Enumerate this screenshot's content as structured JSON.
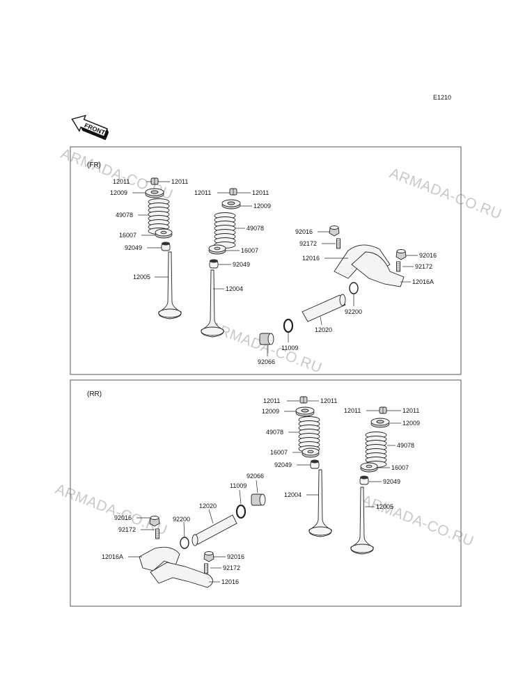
{
  "figure_code": "E1210",
  "front_label": "FRONT",
  "watermark": "ARMADA-CO.RU",
  "panels": {
    "fr": {
      "tag": "(FR)",
      "labels": {
        "l12011a": "12011",
        "l12011b": "12011",
        "l12009a": "12009",
        "l49078a": "49078",
        "l16007a": "16007",
        "l92049a": "92049",
        "l12005": "12005",
        "l12011c": "12011",
        "l12011d": "12011",
        "l12009b": "12009",
        "l49078b": "49078",
        "l16007b": "16007",
        "l92049b": "92049",
        "l12004": "12004",
        "l92016a": "92016",
        "l92172a": "92172",
        "l12016": "12016",
        "l92016b": "92016",
        "l92172b": "92172",
        "l12016A": "12016A",
        "l92200": "92200",
        "l12020": "12020",
        "l11009": "11009",
        "l92066": "92066"
      }
    },
    "rr": {
      "tag": "(RR)",
      "labels": {
        "l12011a": "12011",
        "l12011b": "12011",
        "l12009a": "12009",
        "l49078a": "49078",
        "l16007a": "16007",
        "l92049a": "92049",
        "l12004": "12004",
        "l12011c": "12011",
        "l12011d": "12011",
        "l12009b": "12009",
        "l49078b": "49078",
        "l16007b": "16007",
        "l92049b": "92049",
        "l12005": "12005",
        "l92066": "92066",
        "l11009": "11009",
        "l12020": "12020",
        "l92200": "92200",
        "l92016a": "92016",
        "l92172a": "92172",
        "l12016A": "12016A",
        "l92016b": "92016",
        "l92172b": "92172",
        "l12016": "12016"
      }
    }
  }
}
